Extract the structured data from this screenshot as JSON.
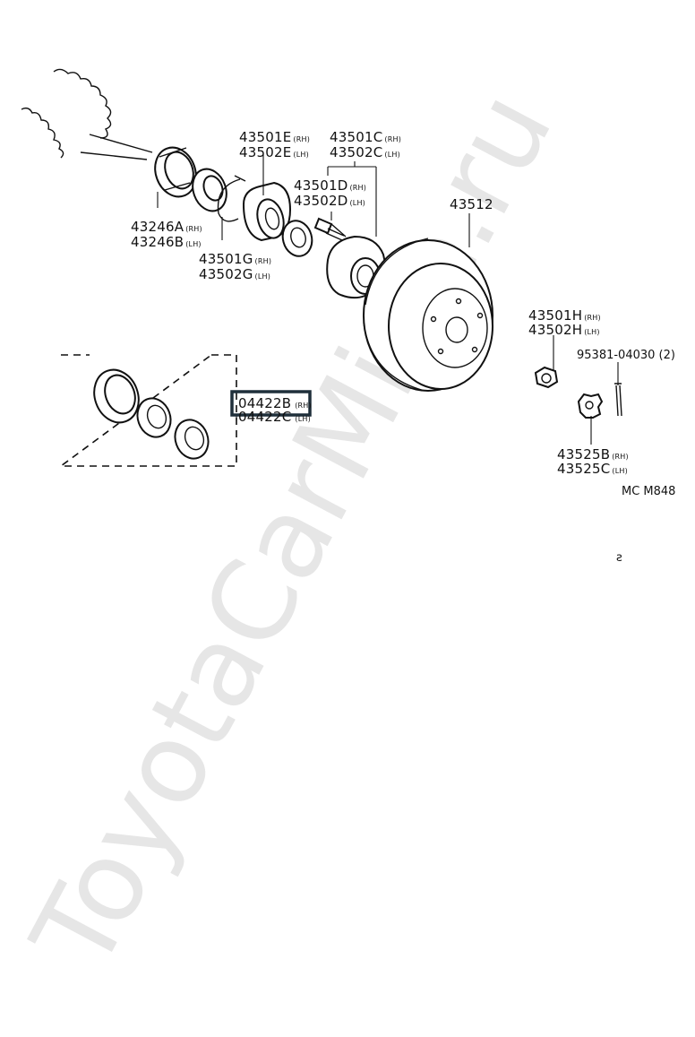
{
  "watermark": "ToyotaCarMine.ru",
  "labels": {
    "p43501E": "43501E",
    "p43502E": "43502E",
    "p43501C": "43501C",
    "p43502C": "43502C",
    "p43501D": "43501D",
    "p43502D": "43502D",
    "p43512": "43512",
    "p43246A": "43246A",
    "p43246B": "43246B",
    "p43501G": "43501G",
    "p43502G": "43502G",
    "p43501H": "43501H",
    "p43502H": "43502H",
    "p95381": "95381-04030 (2)",
    "p04422B": "04422B",
    "p04422C": "04422C",
    "p43525B": "43525B",
    "p43525C": "43525C"
  },
  "suffix": {
    "rh": "(RH)",
    "lh": "(LH)"
  },
  "highlight": {
    "part": "04422B",
    "color": "#1f2f3a"
  },
  "figure_ref": "MC M848",
  "corner_mark": "ƨ"
}
